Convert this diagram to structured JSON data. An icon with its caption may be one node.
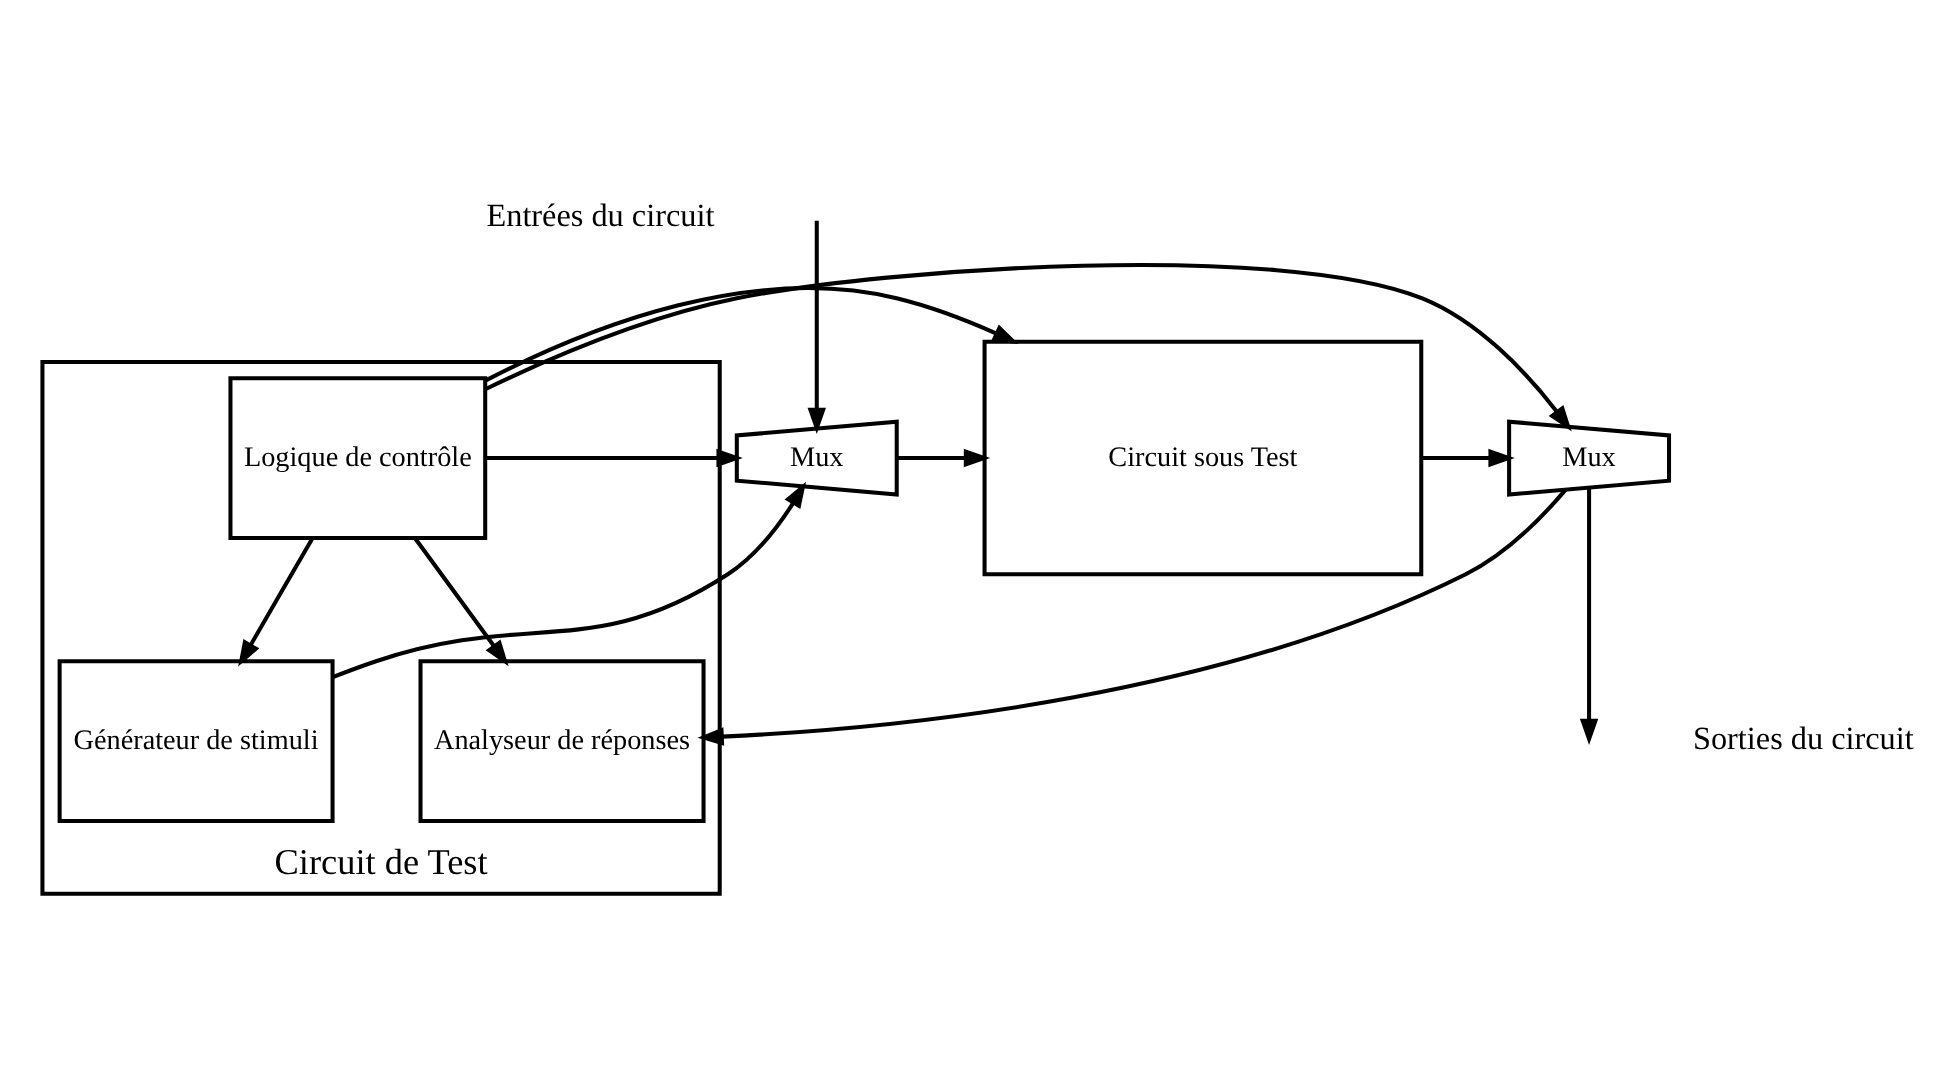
{
  "diagram": {
    "nodes": [
      {
        "text": [
          "Mux"
        ]
      },
      {
        "text": [
          "Circuit sous Test"
        ]
      },
      {
        "text": [
          "Mux"
        ]
      },
      {
        "text": [
          "Circuit de Test"
        ]
      },
      {
        "text": [
          "Générateur de stimuli"
        ],
        "in": 3
      },
      {
        "text": [
          "Logique de contrôle"
        ],
        "in": 3
      },
      {
        "text": [
          "Analyseur de réponses"
        ],
        "in": 3
      }
    ],
    "edges": [
      {
        "from": null,
        "to": 0,
        "arrow": "to"
      },
      {
        "from": 0,
        "to": 1,
        "arrow": "to"
      },
      {
        "from": 1,
        "to": 2,
        "arrow": "to"
      },
      {
        "from": 2,
        "to": null,
        "arrow": "to"
      },
      {
        "from": 4,
        "to": 0,
        "arrow": "to"
      },
      {
        "from": 5,
        "to": 0,
        "arrow": "to"
      },
      {
        "from": 5,
        "to": 1,
        "arrow": "to"
      },
      {
        "from": 5,
        "to": 2,
        "arrow": "to"
      },
      {
        "from": 5,
        "to": 4,
        "arrow": "to"
      },
      {
        "from": 5,
        "to": 6,
        "arrow": "to"
      },
      {
        "from": 2,
        "to": 6,
        "arrow": "to"
      }
    ],
    "labels": [
      "Entrées du circuit",
      "Sorties du circuit"
    ]
  }
}
